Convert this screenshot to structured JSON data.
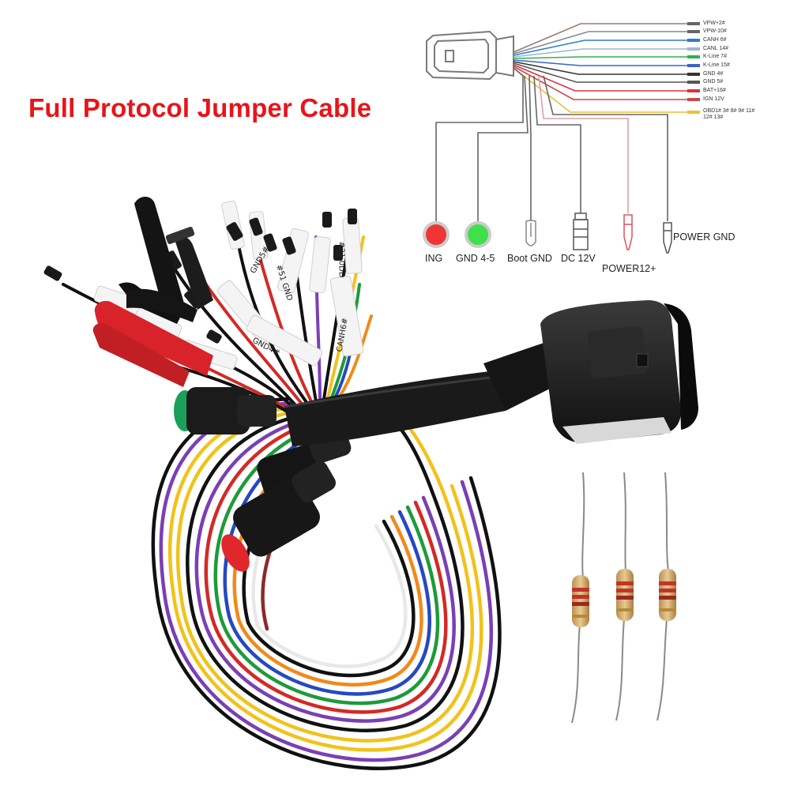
{
  "title": "Full Protocol Jumper Cable",
  "pinout": [
    {
      "label": "VPW+2#",
      "color": "#9b7b6b"
    },
    {
      "label": "VPW-10#",
      "color": "#7d8a93"
    },
    {
      "label": "CANH 6#",
      "color": "#2a7fd4"
    },
    {
      "label": "CANL 14#",
      "color": "#9fb7c8"
    },
    {
      "label": "K-Line 7#",
      "color": "#2fb24a"
    },
    {
      "label": "K-Line 15#",
      "color": "#3e62c8"
    },
    {
      "label": "GND 4#",
      "color": "#333333"
    },
    {
      "label": "GND 5#",
      "color": "#555555"
    },
    {
      "label": "BAT+16#",
      "color": "#e0303a"
    },
    {
      "label": "IGN 12V",
      "color": "#c84a4a"
    },
    {
      "label": "OBD1# 3# 8# 9# 11# 12# 13#",
      "color": "#e6c430"
    }
  ],
  "ports": [
    {
      "label": "ING",
      "color": "#f03535"
    },
    {
      "label": "GND 4-5",
      "color": "#3fe04a"
    },
    {
      "label": "Boot GND",
      "color": "#999999"
    },
    {
      "label": "DC 12V",
      "color": "#444444"
    },
    {
      "label": "POWER12+",
      "color": "#e05060"
    },
    {
      "label": "POWER GND",
      "color": "#555555"
    }
  ],
  "cable_tags": [
    "GND4#",
    "GND5#",
    "CANH6#",
    "#51 GND",
    "#21 0DD"
  ]
}
